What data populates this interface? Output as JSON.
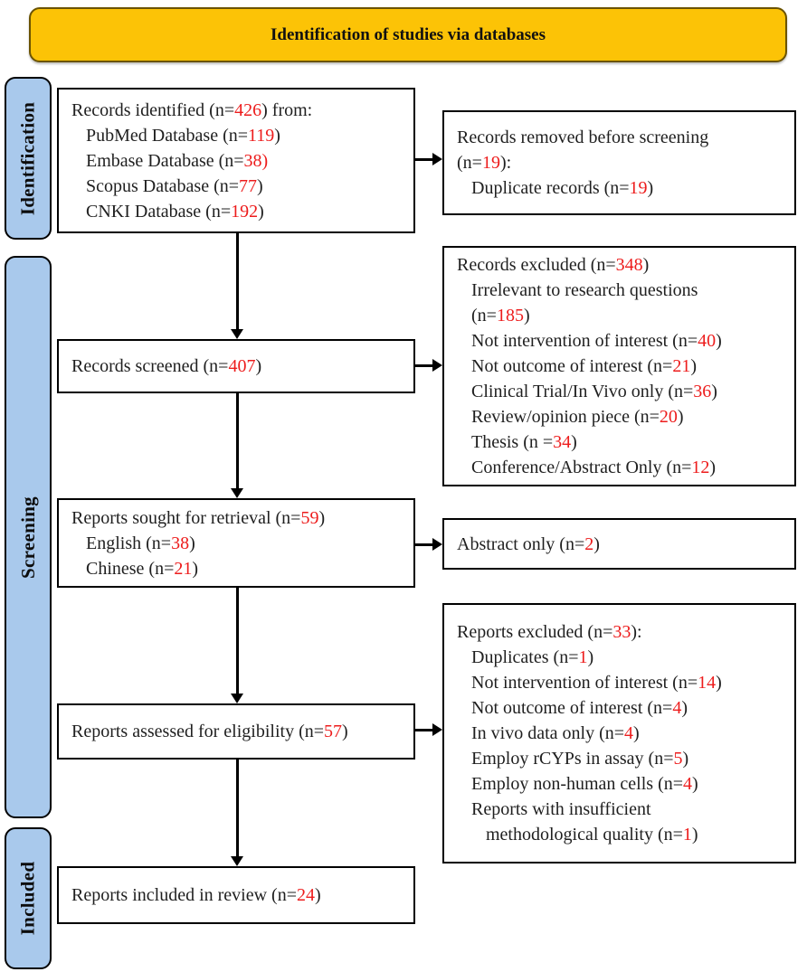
{
  "banner": {
    "title": "Identification of studies via databases"
  },
  "colors": {
    "banner_fill": "#fcc306",
    "banner_border": "#6b5300",
    "stage_fill": "#a9c9ec",
    "number_red": "#ed1c1c"
  },
  "stages": [
    {
      "id": "identification",
      "label": "Identification"
    },
    {
      "id": "screening",
      "label": "Screening"
    },
    {
      "id": "included",
      "label": "Included"
    }
  ],
  "boxes": {
    "records_identified": {
      "lines": [
        {
          "indent": 0,
          "segs": [
            {
              "t": "Records identified (n="
            },
            {
              "t": "426",
              "red": true
            },
            {
              "t": ") from:"
            }
          ]
        },
        {
          "indent": 1,
          "segs": [
            {
              "t": "PubMed Database (n="
            },
            {
              "t": "119",
              "red": true
            },
            {
              "t": ")"
            }
          ]
        },
        {
          "indent": 1,
          "segs": [
            {
              "t": "Embase Database (n="
            },
            {
              "t": "38)",
              "red": true
            }
          ]
        },
        {
          "indent": 1,
          "segs": [
            {
              "t": "Scopus Database (n="
            },
            {
              "t": "77",
              "red": true
            },
            {
              "t": ")"
            }
          ]
        },
        {
          "indent": 1,
          "segs": [
            {
              "t": "CNKI Database (n="
            },
            {
              "t": "192",
              "red": true
            },
            {
              "t": ")"
            }
          ]
        }
      ]
    },
    "records_removed": {
      "lines": [
        {
          "indent": 0,
          "segs": [
            {
              "t": "Records removed before screening"
            }
          ]
        },
        {
          "indent": 0,
          "segs": [
            {
              "t": "(n="
            },
            {
              "t": "19",
              "red": true
            },
            {
              "t": "):"
            }
          ]
        },
        {
          "indent": 1,
          "segs": [
            {
              "t": "Duplicate records (n="
            },
            {
              "t": "19",
              "red": true
            },
            {
              "t": ")"
            }
          ]
        }
      ]
    },
    "records_screened": {
      "lines": [
        {
          "indent": 0,
          "segs": [
            {
              "t": "Records screened (n="
            },
            {
              "t": "407",
              "red": true
            },
            {
              "t": ")"
            }
          ]
        }
      ]
    },
    "records_excluded": {
      "lines": [
        {
          "indent": 0,
          "segs": [
            {
              "t": "Records excluded (n="
            },
            {
              "t": "348",
              "red": true
            },
            {
              "t": ")"
            }
          ]
        },
        {
          "indent": 1,
          "segs": [
            {
              "t": "Irrelevant to research questions"
            }
          ]
        },
        {
          "indent": 1,
          "segs": [
            {
              "t": "(n="
            },
            {
              "t": "185",
              "red": true
            },
            {
              "t": ")"
            }
          ]
        },
        {
          "indent": 1,
          "segs": [
            {
              "t": "Not intervention of interest (n="
            },
            {
              "t": "40",
              "red": true
            },
            {
              "t": ")"
            }
          ]
        },
        {
          "indent": 1,
          "segs": [
            {
              "t": "Not outcome of interest (n="
            },
            {
              "t": "21",
              "red": true
            },
            {
              "t": ")"
            }
          ]
        },
        {
          "indent": 1,
          "segs": [
            {
              "t": "Clinical Trial/In Vivo only (n="
            },
            {
              "t": "36",
              "red": true
            },
            {
              "t": ")"
            }
          ]
        },
        {
          "indent": 1,
          "segs": [
            {
              "t": "Review/opinion piece (n="
            },
            {
              "t": "20",
              "red": true
            },
            {
              "t": ")"
            }
          ]
        },
        {
          "indent": 1,
          "segs": [
            {
              "t": "Thesis (n ="
            },
            {
              "t": "34",
              "red": true
            },
            {
              "t": ")"
            }
          ]
        },
        {
          "indent": 1,
          "segs": [
            {
              "t": "Conference/Abstract Only (n="
            },
            {
              "t": "12",
              "red": true
            },
            {
              "t": ")"
            }
          ]
        }
      ]
    },
    "reports_sought": {
      "lines": [
        {
          "indent": 0,
          "segs": [
            {
              "t": "Reports sought for retrieval (n="
            },
            {
              "t": "59",
              "red": true
            },
            {
              "t": ")"
            }
          ]
        },
        {
          "indent": 1,
          "segs": [
            {
              "t": "English (n="
            },
            {
              "t": "38",
              "red": true
            },
            {
              "t": ")"
            }
          ]
        },
        {
          "indent": 1,
          "segs": [
            {
              "t": "Chinese (n="
            },
            {
              "t": "21",
              "red": true
            },
            {
              "t": ")"
            }
          ]
        }
      ]
    },
    "abstract_only": {
      "lines": [
        {
          "indent": 0,
          "segs": [
            {
              "t": "Abstract only (n="
            },
            {
              "t": "2",
              "red": true
            },
            {
              "t": ")"
            }
          ]
        }
      ]
    },
    "reports_assessed": {
      "lines": [
        {
          "indent": 0,
          "segs": [
            {
              "t": "Reports assessed for eligibility (n="
            },
            {
              "t": "57",
              "red": true
            },
            {
              "t": ")"
            }
          ]
        }
      ]
    },
    "reports_excluded": {
      "lines": [
        {
          "indent": 0,
          "segs": [
            {
              "t": "Reports excluded (n="
            },
            {
              "t": "33",
              "red": true
            },
            {
              "t": "):"
            }
          ]
        },
        {
          "indent": 1,
          "segs": [
            {
              "t": "Duplicates (n="
            },
            {
              "t": "1",
              "red": true
            },
            {
              "t": ")"
            }
          ]
        },
        {
          "indent": 1,
          "segs": [
            {
              "t": "Not intervention of interest (n="
            },
            {
              "t": "14",
              "red": true
            },
            {
              "t": ")"
            }
          ]
        },
        {
          "indent": 1,
          "segs": [
            {
              "t": "Not outcome of interest (n="
            },
            {
              "t": "4",
              "red": true
            },
            {
              "t": ")"
            }
          ]
        },
        {
          "indent": 1,
          "segs": [
            {
              "t": "In vivo data only (n="
            },
            {
              "t": "4",
              "red": true
            },
            {
              "t": ")"
            }
          ]
        },
        {
          "indent": 1,
          "segs": [
            {
              "t": "Employ rCYPs in assay (n="
            },
            {
              "t": "5",
              "red": true
            },
            {
              "t": ")"
            }
          ]
        },
        {
          "indent": 1,
          "segs": [
            {
              "t": "Employ non-human cells (n="
            },
            {
              "t": "4",
              "red": true
            },
            {
              "t": ")"
            }
          ]
        },
        {
          "indent": 1,
          "segs": [
            {
              "t": "Reports with insufficient"
            }
          ]
        },
        {
          "indent": 2,
          "segs": [
            {
              "t": "methodological quality (n="
            },
            {
              "t": "1",
              "red": true
            },
            {
              "t": ")"
            }
          ]
        }
      ]
    },
    "reports_included": {
      "lines": [
        {
          "indent": 0,
          "segs": [
            {
              "t": "Reports included in review (n="
            },
            {
              "t": "24",
              "red": true
            },
            {
              "t": ")"
            }
          ]
        }
      ]
    }
  }
}
